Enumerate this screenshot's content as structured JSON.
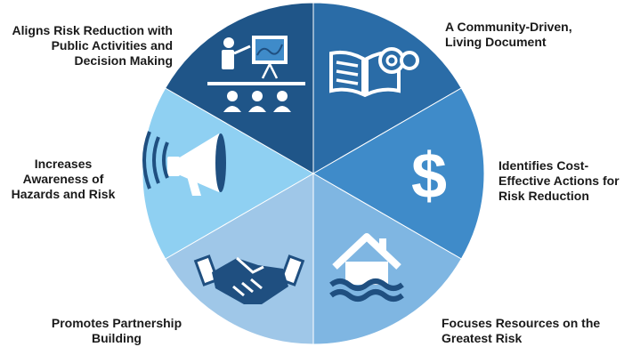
{
  "segments": [
    {
      "label_lines": [
        "A Community-Driven,",
        "Living Document"
      ],
      "icon": "book-icon",
      "color": "#2a6ca7"
    },
    {
      "label_lines": [
        "Identifies Cost-",
        "Effective Actions for",
        "Risk Reduction"
      ],
      "icon": "dollar-icon",
      "color": "#3f8bc9"
    },
    {
      "label_lines": [
        "Focuses Resources on the",
        "Greatest Risk"
      ],
      "icon": "flooded-house-icon",
      "color": "#7fb6e2"
    },
    {
      "label_lines": [
        "Promotes Partnership",
        "Building"
      ],
      "icon": "handshake-icon",
      "color": "#9fc7e8"
    },
    {
      "label_lines": [
        "Increases",
        "Awareness of",
        "Hazards and Risk"
      ],
      "icon": "megaphone-icon",
      "color": "#8fd0f2"
    },
    {
      "label_lines": [
        "Aligns Risk Reduction with",
        "Public Activities and",
        "Decision Making"
      ],
      "icon": "presentation-icon",
      "color": "#1f5588"
    }
  ]
}
